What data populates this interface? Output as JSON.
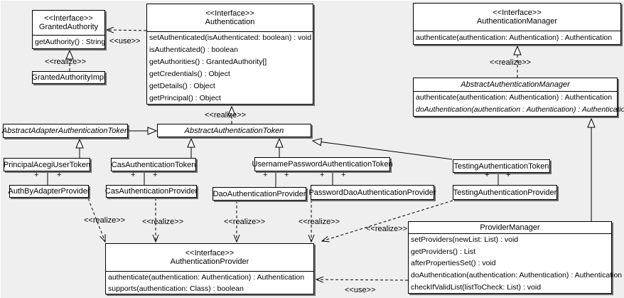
{
  "colors": {
    "background": "#efefef",
    "box_fill": "#ffffff",
    "line": "#000000",
    "shadow": "#6e6e6e"
  },
  "plus": "+",
  "classes": {
    "granted_authority": {
      "stereotype": "<<Interface>>",
      "name": "GrantedAuthority",
      "methods": [
        "getAuthority() : String"
      ]
    },
    "granted_authority_impl": {
      "name": "GrantedAuthorityImpl"
    },
    "authentication": {
      "stereotype": "<<Interface>>",
      "name": "Authentication",
      "methods": [
        "setAuthenticated(isAuthenticated: boolean) : void",
        "isAuthenticated() : boolean",
        "getAuthorities() : GrantedAuthority[]",
        "getCredentials() : Object",
        "getDetails() : Object",
        "getPrincipal() : Object"
      ]
    },
    "authentication_manager": {
      "stereotype": "<<Interface>>",
      "name": "AuthenticationManager",
      "methods": [
        "authenticate(authentication: Authentication) : Authentication"
      ]
    },
    "abstract_authentication_manager": {
      "name": "AbstractAuthenticationManager",
      "abstract": true,
      "methods": [
        "authenticate(authentication: Authentication) : Authentication",
        "doAuthentication(authentication : Authentication) : Authentication"
      ]
    },
    "abstract_adapter_authentication_token": {
      "name": "AbstractAdapterAuthenticationToken",
      "abstract": true
    },
    "abstract_authentication_token": {
      "name": "AbstractAuthenticationToken",
      "abstract": true
    },
    "principal_acegi_user_token": {
      "name": "PrincipalAcegiUserToken"
    },
    "cas_authentication_token": {
      "name": "CasAuthenticationToken"
    },
    "username_password_authentication_token": {
      "name": "UsernamePasswordAuthenticationToken"
    },
    "testing_authentication_token": {
      "name": "TestingAuthenticationToken"
    },
    "auth_by_adapter_provider": {
      "name": "AuthByAdapterProvider"
    },
    "cas_authentication_provider": {
      "name": "CasAuthenticationProvider"
    },
    "dao_authentication_provider": {
      "name": "DaoAuthenticationProvider"
    },
    "password_dao_authentication_provider": {
      "name": "PasswordDaoAuthenticationProvider"
    },
    "testing_authentication_provider": {
      "name": "TestingAuthenticationProvider"
    },
    "authentication_provider": {
      "stereotype": "<<Interface>>",
      "name": "AuthenticationProvider",
      "methods": [
        "authenticate(authentication: Authentication) : Authentication",
        "supports(authentication: Class) : boolean"
      ]
    },
    "provider_manager": {
      "name": "ProviderManager",
      "methods": [
        "setProviders(newList: List) : void",
        "getProviders() : List",
        "afterPropertiesSet() : void",
        "doAuthentication(authentication: Authentication) : Authentication",
        "checkIfValidList(listToCheck: List) : void"
      ]
    }
  },
  "edge_labels": {
    "use_granted": "<<use>>",
    "realize_granted_impl": "<<realize>>",
    "realize_abstract_token": "<<realize>>",
    "realize_abstract_manager": "<<realize>>",
    "realize_auth_by_adapter": "<<realize>>",
    "realize_cas": "<<realize>>",
    "realize_dao": "<<realize>>",
    "realize_password_dao": "<<realize>>",
    "realize_testing": "<<realize>>",
    "use_provider_manager": "<<use>>"
  },
  "relationships": [
    {
      "type": "use",
      "from": "Authentication",
      "to": "GrantedAuthority"
    },
    {
      "type": "realize",
      "from": "GrantedAuthorityImpl",
      "to": "GrantedAuthority"
    },
    {
      "type": "realize",
      "from": "AbstractAuthenticationToken",
      "to": "Authentication"
    },
    {
      "type": "realize",
      "from": "AbstractAuthenticationManager",
      "to": "AuthenticationManager"
    },
    {
      "type": "generalization",
      "from": "AbstractAdapterAuthenticationToken",
      "to": "AbstractAuthenticationToken"
    },
    {
      "type": "generalization",
      "from": "PrincipalAcegiUserToken",
      "to": "AbstractAdapterAuthenticationToken"
    },
    {
      "type": "generalization",
      "from": "CasAuthenticationToken",
      "to": "AbstractAuthenticationToken"
    },
    {
      "type": "generalization",
      "from": "UsernamePasswordAuthenticationToken",
      "to": "AbstractAuthenticationToken"
    },
    {
      "type": "generalization",
      "from": "TestingAuthenticationToken",
      "to": "AbstractAuthenticationToken"
    },
    {
      "type": "generalization",
      "from": "ProviderManager",
      "to": "AbstractAuthenticationManager"
    },
    {
      "type": "association",
      "from": "PrincipalAcegiUserToken",
      "to": "AuthByAdapterProvider",
      "end_labels": [
        "+",
        "+"
      ]
    },
    {
      "type": "association",
      "from": "CasAuthenticationToken",
      "to": "CasAuthenticationProvider",
      "end_labels": [
        "+",
        "+"
      ]
    },
    {
      "type": "association",
      "from": "UsernamePasswordAuthenticationToken",
      "to": "DaoAuthenticationProvider",
      "end_labels": [
        "+",
        "+"
      ]
    },
    {
      "type": "association",
      "from": "UsernamePasswordAuthenticationToken",
      "to": "PasswordDaoAuthenticationProvider",
      "end_labels": [
        "+",
        "+"
      ]
    },
    {
      "type": "association",
      "from": "TestingAuthenticationToken",
      "to": "TestingAuthenticationProvider",
      "end_labels": [
        "+",
        "+"
      ]
    },
    {
      "type": "realize",
      "from": "AuthByAdapterProvider",
      "to": "AuthenticationProvider"
    },
    {
      "type": "realize",
      "from": "CasAuthenticationProvider",
      "to": "AuthenticationProvider"
    },
    {
      "type": "realize",
      "from": "DaoAuthenticationProvider",
      "to": "AuthenticationProvider"
    },
    {
      "type": "realize",
      "from": "PasswordDaoAuthenticationProvider",
      "to": "AuthenticationProvider"
    },
    {
      "type": "realize",
      "from": "TestingAuthenticationProvider",
      "to": "AuthenticationProvider"
    },
    {
      "type": "use",
      "from": "ProviderManager",
      "to": "AuthenticationProvider"
    }
  ]
}
